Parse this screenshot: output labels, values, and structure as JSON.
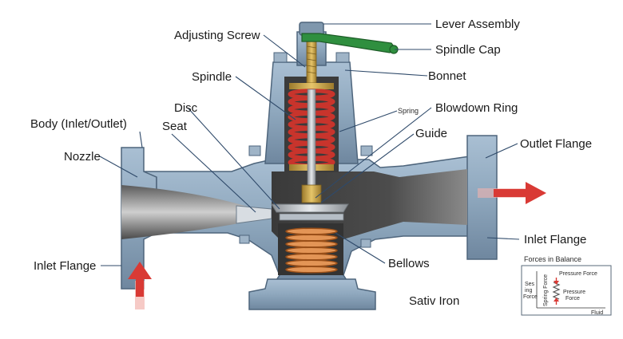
{
  "labels": {
    "lever_assembly": "Lever Assembly",
    "adjusting_screw": "Adjusting Screw",
    "spindle_cap": "Spindle Cap",
    "bonnet": "Bonnet",
    "spindle": "Spindle",
    "spring": "Spring",
    "blowdown_ring": "Blowdown Ring",
    "disc": "Disc",
    "body": "Body (Inlet/Outlet)",
    "seat": "Seat",
    "guide": "Guide",
    "nozzle": "Nozzle",
    "outlet_flange": "Outlet Flange",
    "inlet_flange_right": "Inlet Flange",
    "inlet_flange_left": "Inlet Flange",
    "bellows": "Bellows",
    "material": "Sativ Iron"
  },
  "inset": {
    "title": "Forces in Balance",
    "pressure_force_top": "Pressure Force",
    "spring_force_vertical": "Spring Force",
    "side_label_line1": "Ses",
    "side_label_line2": "ing",
    "side_label_line3": "Force",
    "pressure_force_right_line1": "Pressure",
    "pressure_force_right_line2": "Force",
    "fluid": "Fluid"
  },
  "colors": {
    "body_metal": "#8fa8bf",
    "body_dark": "#5d7690",
    "cavity": "#2e2e2e",
    "spring": "#c8342c",
    "bellows": "#d7782f",
    "brass": "#c9a34a",
    "lever": "#2f8f3f",
    "flow_arrow": "#d93a35"
  }
}
